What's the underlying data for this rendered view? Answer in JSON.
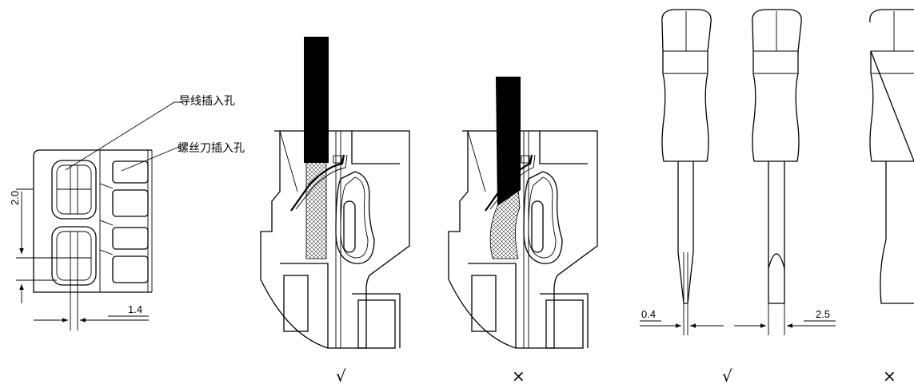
{
  "labels": {
    "wire_hole": "导线插入孔",
    "screwdriver_hole": "螺丝刀插入孔"
  },
  "dimensions": {
    "pitch": "2.0",
    "hole_width": "1.4",
    "tip_thickness": "0.4",
    "tip_width": "2.5"
  },
  "marks": {
    "wire_correct": "√",
    "wire_wrong": "×",
    "driver_correct": "√",
    "driver_wrong": "×"
  }
}
